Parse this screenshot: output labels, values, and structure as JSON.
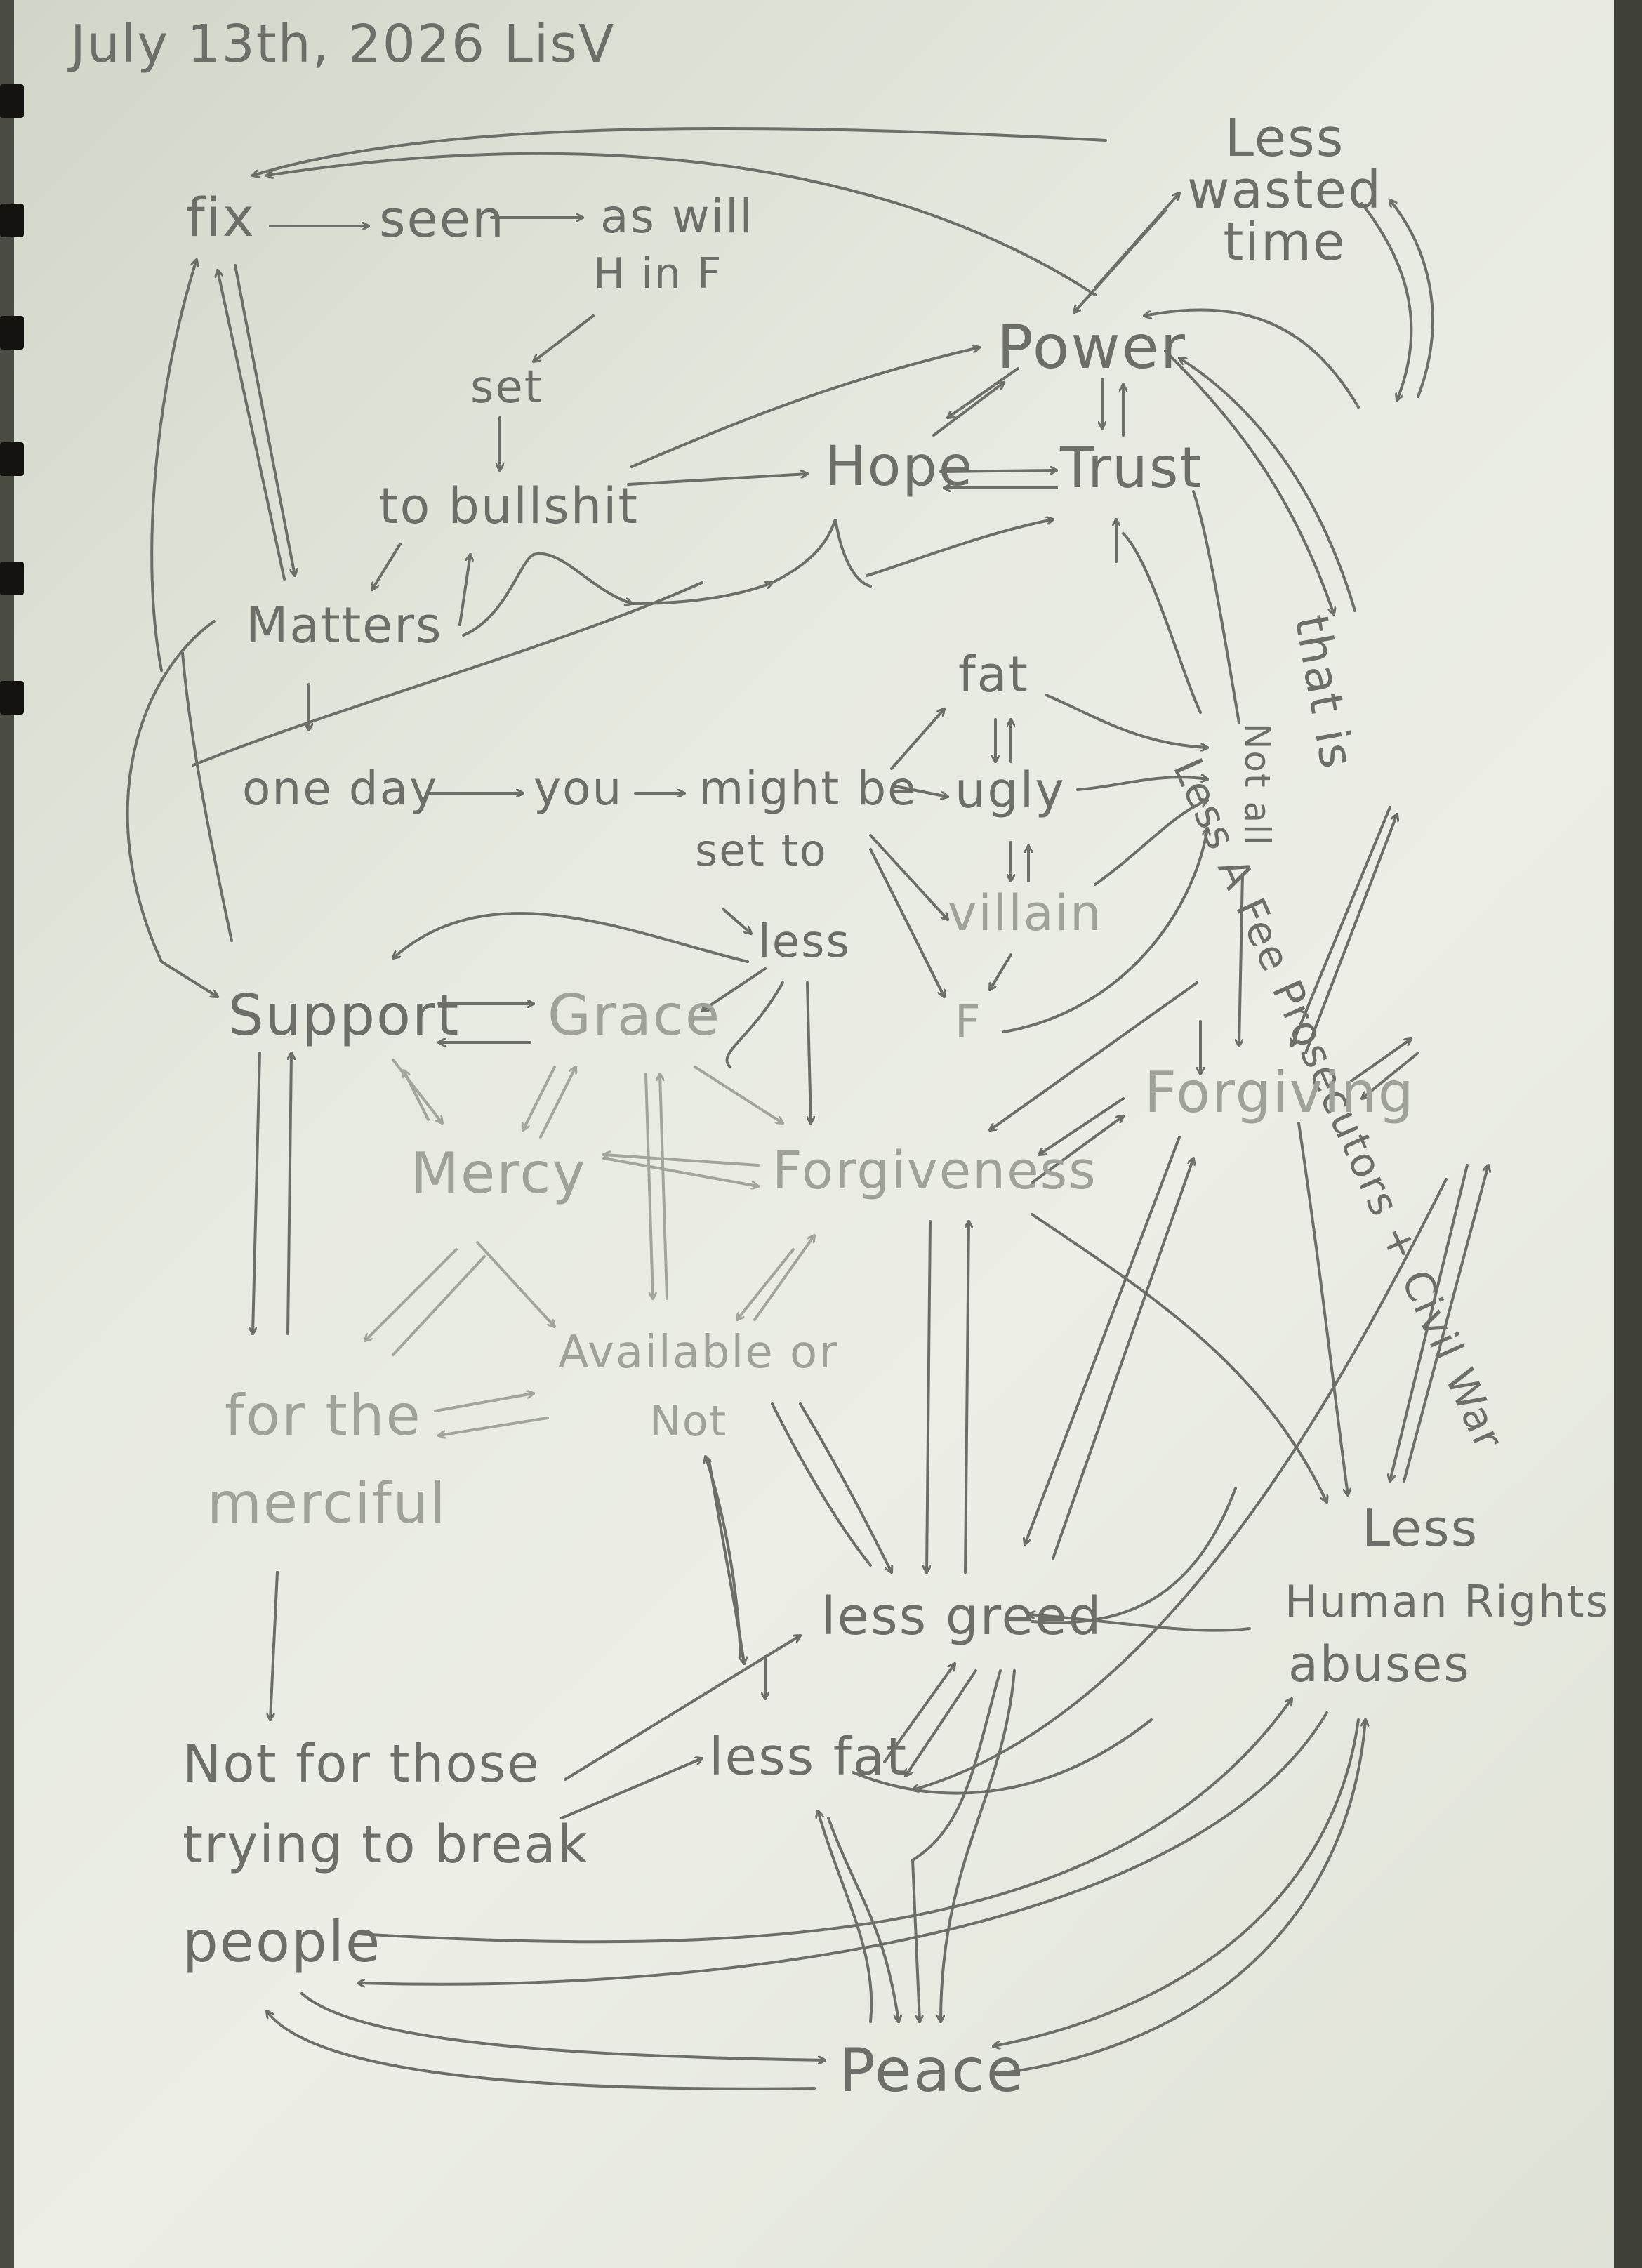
{
  "date_header": "July 13th, 2026  LisV",
  "nodes": {
    "fix": "fix",
    "seen": "seen",
    "as_will": "as will",
    "h_in_f": "H in F",
    "set": "set",
    "to_bullshit": "to bullshit",
    "matters": "Matters",
    "less_wasted_time": "Less wasted time",
    "power": "Power",
    "hope": "Hope",
    "trust": "Trust",
    "less_a_fee": "Less A Fee Prosecutors + Civil War",
    "that_is": "that is",
    "fat": "fat",
    "ugly": "ugly",
    "villain": "villain",
    "f": "F",
    "not_all": "Not all",
    "one_day": "one day",
    "you": "you",
    "might_be": "might be",
    "set_to": "set to",
    "less": "less",
    "support": "Support",
    "grace": "Grace",
    "mercy": "Mercy",
    "forgiveness": "Forgiveness",
    "forgiving": "Forgiving",
    "available_or": "Available or",
    "not": "Not",
    "for_the": "for the",
    "merciful": "merciful",
    "less_greed": "less greed",
    "less_fat": "less fat",
    "less_hr": "Less",
    "human_rights": "Human Rights",
    "abuses": "abuses",
    "not_for_those": "Not for those",
    "trying_to_break": "trying to break",
    "people": "people",
    "peace": "Peace"
  },
  "colors": {
    "pencil": "#6d6e67",
    "faint_pencil": "#9fa299",
    "paper": "#e6e9df",
    "background": "#4b4d45"
  }
}
